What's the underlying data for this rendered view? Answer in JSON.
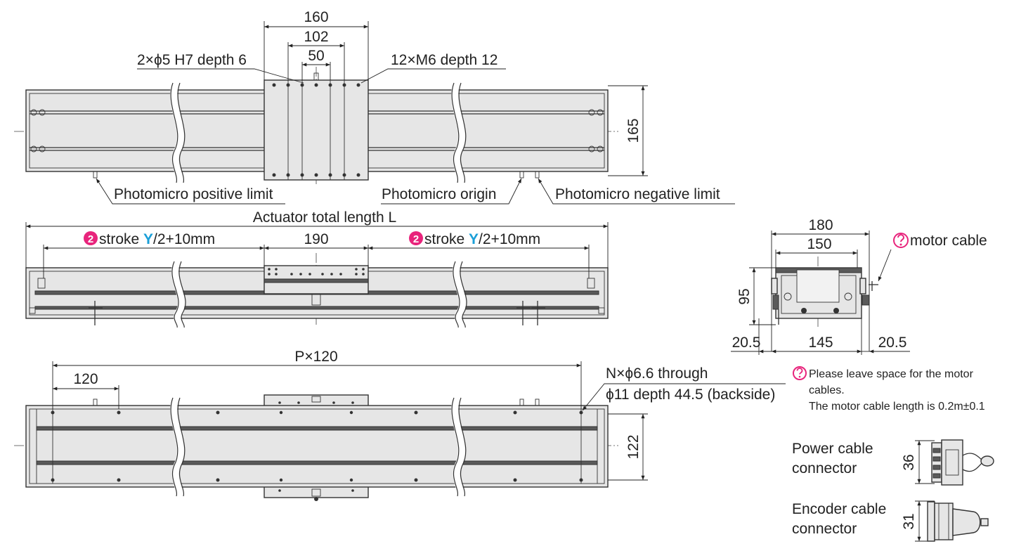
{
  "top_view": {
    "dim_160": "160",
    "dim_102": "102",
    "dim_50": "50",
    "pin_holes": "2×ϕ5 H7 depth 6",
    "tapped_holes": "12×M6 depth 12",
    "height_165": "165",
    "photomicro_positive": "Photomicro positive limit",
    "photomicro_origin": "Photomicro origin",
    "photomicro_negative": "Photomicro negative limit"
  },
  "side_view": {
    "total_length": "Actuator total length L",
    "stroke_badge": "2",
    "stroke_prefix": "stroke ",
    "stroke_var": "Y",
    "stroke_suffix": "/2+10mm",
    "dim_190": "190",
    "accent_magenta": "#e8247c",
    "accent_cyan": "#1a9fd8"
  },
  "bottom_view": {
    "pitch_total": "P×120",
    "pitch_120": "120",
    "through_holes": "N×ϕ6.6 through",
    "counterbore": "ϕ11 depth 44.5 (backside)",
    "height_122": "122"
  },
  "end_view": {
    "dim_180": "180",
    "dim_150": "150",
    "dim_95": "95",
    "dim_20_5_left": "20.5",
    "dim_145": "145",
    "dim_20_5_right": "20.5",
    "motor_cable": "motor cable"
  },
  "notes": {
    "note_line1": "Please leave space for the motor",
    "note_line2": "cables.",
    "note_line3": "The motor cable length is 0.2m±0.1"
  },
  "connectors": {
    "power_line1": "Power cable",
    "power_line2": "connector",
    "power_dim": "36",
    "encoder_line1": "Encoder cable",
    "encoder_line2": "connector",
    "encoder_dim": "31"
  }
}
